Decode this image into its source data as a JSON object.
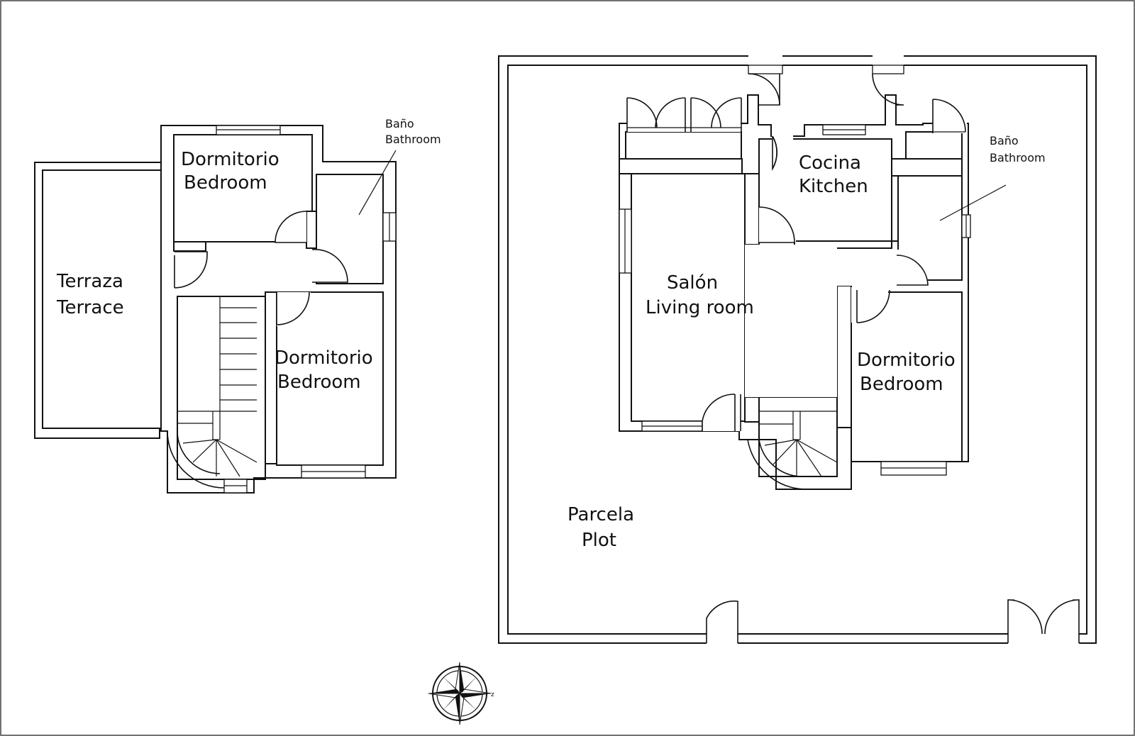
{
  "upper_floor": {
    "bedroom_1": {
      "es": "Dormitorio",
      "en": "Bedroom"
    },
    "bathroom": {
      "es": "Baño",
      "en": "Bathroom"
    },
    "terrace": {
      "es": "Terraza",
      "en": "Terrace"
    },
    "bedroom_2": {
      "es": "Dormitorio",
      "en": "Bedroom"
    }
  },
  "ground_floor": {
    "kitchen": {
      "es": "Cocina",
      "en": "Kitchen"
    },
    "bathroom": {
      "es": "Baño",
      "en": "Bathroom"
    },
    "living_room": {
      "es": "Salón",
      "en": "Living room"
    },
    "bedroom": {
      "es": "Dormitorio",
      "en": "Bedroom"
    },
    "plot": {
      "es": "Parcela",
      "en": "Plot"
    }
  },
  "compass": {
    "north_letter": "z",
    "icon": "compass-rose-icon"
  }
}
